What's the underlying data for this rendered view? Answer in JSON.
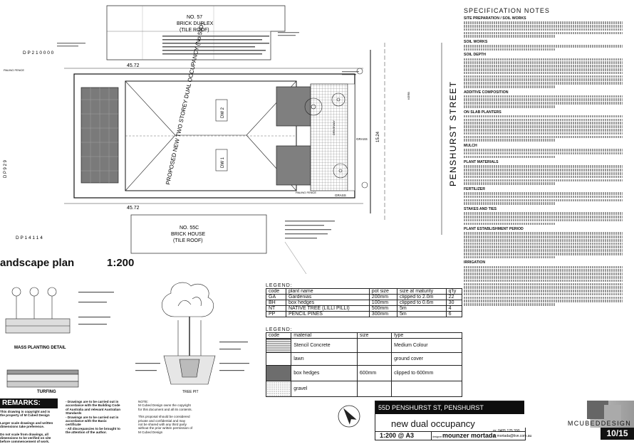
{
  "plan": {
    "title": "andscape plan",
    "scale": "1:200",
    "dp_top": "D P 2 1 0 0 0 0",
    "dp_bottom": "D P 1 4 1 1 4",
    "dp_left": "D P 9 2 9",
    "street": "PENSHURST STREET",
    "paling_top": "PALING FENCE",
    "paling_bottom": "PALING FENCE",
    "dim_top": "45.72",
    "dim_bottom": "45.72",
    "dim_right": "15.24",
    "proposed": "PROPOSED NEW TWO STOREY DUAL OCCUPANCY (No 55D)",
    "dw1": "DW 1",
    "dw2": "DW 2",
    "no57_line1": "NO. 57",
    "no57_line2": "BRICK DUPLEX",
    "no57_line3": "(TILE ROOF)",
    "no55c_line1": "NO. 55C",
    "no55c_line2": "BRICK HOUSE",
    "no55c_line3": "(TILE ROOF)",
    "grass1": "GRASS",
    "grass2": "GRASS",
    "driveway": "DRIVEWAY",
    "kerb": "KERB"
  },
  "details": {
    "mass_planting": "MASS PLANTING DETAIL",
    "turfing": "TURFING",
    "tree_pit": "TREE PIT"
  },
  "legend1": {
    "title": "LEGEND:",
    "headers": [
      "code",
      "plant name",
      "pot size",
      "size at maturity",
      "q'ty"
    ],
    "rows": [
      [
        "GA",
        "Gardenias",
        "200mm",
        "clipped to 2.0m",
        "22"
      ],
      [
        "BH",
        "box hedges",
        "100mm",
        "clipped to 0.6m",
        "30"
      ],
      [
        "NT",
        "NATIVE TREE (LILLI PILLI)",
        "500mm",
        "5m",
        "4"
      ],
      [
        "PP",
        "PENCIL PINES",
        "300mm",
        "5m",
        "6"
      ]
    ]
  },
  "legend2": {
    "title": "LEGEND:",
    "headers": [
      "code",
      "material",
      "size",
      "type"
    ],
    "rows": [
      [
        "",
        "Stencil Concrete",
        "",
        "Medium Colour"
      ],
      [
        "",
        "lawn",
        "",
        "ground cover"
      ],
      [
        "",
        "box hedges",
        "600mm",
        "clipped to 600mm"
      ],
      [
        "",
        "gravel",
        "",
        ""
      ]
    ]
  },
  "spec": {
    "title": "SPECIFICATION NOTES",
    "sections": [
      {
        "h": "SITE PREPARATION / SOIL WORKS",
        "lines": 5
      },
      {
        "h": "SOIL WORKS",
        "lines": 2
      },
      {
        "h": "SOIL DEPTH",
        "lines": 9
      },
      {
        "h": "ADDITIVE COMPOSITION",
        "lines": 4
      },
      {
        "h": "ON SLAB PLANTERS",
        "lines": 8
      },
      {
        "h": "MULCH",
        "lines": 3
      },
      {
        "h": "PLANT MATERIALS",
        "lines": 6
      },
      {
        "h": "FERTILIZER",
        "lines": 4
      },
      {
        "h": "STAKES AND TIES",
        "lines": 4
      },
      {
        "h": "PLANT ESTABLISHMENT PERIOD",
        "lines": 8
      },
      {
        "h": "IRRIGATION",
        "lines": 12
      }
    ]
  },
  "remarks": {
    "title": "REMARKS:",
    "col1": [
      "This drawing is copyright and is",
      "the property of M Cubed Design",
      "",
      "Larger scale drawings and written",
      "dimensions take preference.",
      "",
      "Do not scale from drawings, all",
      "dimensions to be verified on site",
      "before commencement of work."
    ],
    "col2": [
      "- Drawings are to be carried out in",
      "accordance with the Building Code",
      "of Australia and relevant Australian",
      "Standards",
      "- Drawings are to be carried out in",
      "accordance with the Basix",
      "certificate",
      "- All discrepancies to be brought to",
      "the attention of the author."
    ],
    "col3": [
      "NOTE:",
      "M Cubed Design owns the copyright",
      "for this document and all its contents.",
      "",
      "This proposal should be considered",
      "private and confidential and may",
      "not be shared with any third party",
      "without the prior written permission of",
      "M Cubed Design"
    ]
  },
  "titleblock": {
    "address": "55D PENSHURST ST, PENSHURST",
    "project": "new dual occupancy",
    "scale": "1:200 @ A3",
    "designer_label": "designer",
    "designer": "mounzer mortada",
    "phone": "m: 0405 125 390",
    "email": "e: mortada@live.com.au",
    "brand": "MCUBEDDESIGN",
    "sheet": "10/15"
  }
}
